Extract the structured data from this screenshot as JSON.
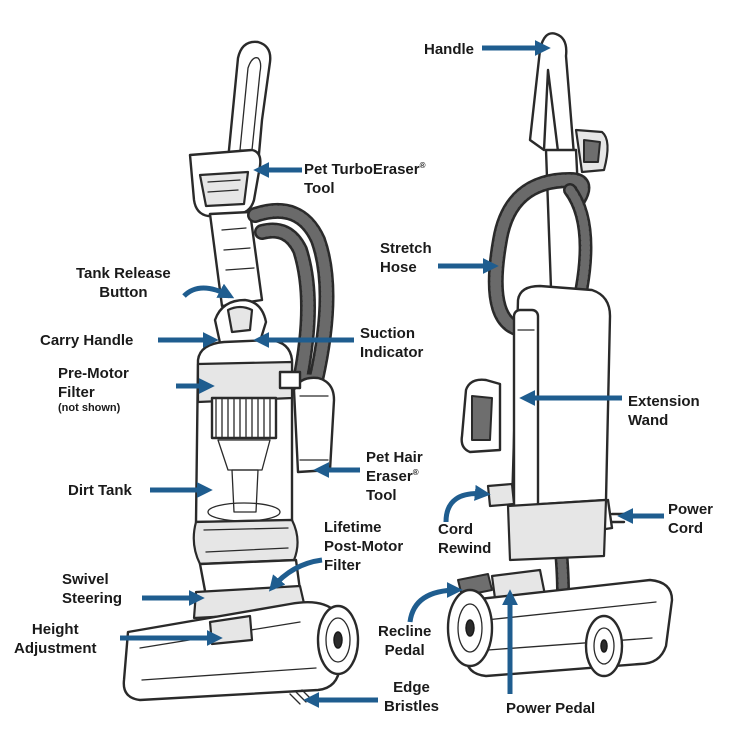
{
  "labels": {
    "handle": "Handle",
    "pet_turbo_eraser_1": "Pet TurboEraser",
    "pet_turbo_eraser_2": "Tool",
    "tank_release_1": "Tank Release",
    "tank_release_2": "Button",
    "stretch_hose_1": "Stretch",
    "stretch_hose_2": "Hose",
    "carry_handle": "Carry Handle",
    "suction_indicator_1": "Suction",
    "suction_indicator_2": "Indicator",
    "pre_motor_filter_1": "Pre-Motor",
    "pre_motor_filter_2": "Filter",
    "pre_motor_filter_note": "(not shown)",
    "extension_wand_1": "Extension",
    "extension_wand_2": "Wand",
    "pet_hair_eraser_1": "Pet Hair",
    "pet_hair_eraser_2": "Eraser",
    "pet_hair_eraser_3": "Tool",
    "dirt_tank": "Dirt Tank",
    "power_cord_1": "Power",
    "power_cord_2": "Cord",
    "lifetime_filter_1": "Lifetime",
    "lifetime_filter_2": "Post-Motor",
    "lifetime_filter_3": "Filter",
    "cord_rewind_1": "Cord",
    "cord_rewind_2": "Rewind",
    "swivel_steering_1": "Swivel",
    "swivel_steering_2": "Steering",
    "height_adjustment_1": "Height",
    "height_adjustment_2": "Adjustment",
    "recline_pedal_1": "Recline",
    "recline_pedal_2": "Pedal",
    "edge_bristles_1": "Edge",
    "edge_bristles_2": "Bristles",
    "power_pedal": "Power Pedal",
    "registered_mark": "®"
  },
  "colors": {
    "arrow": "#1f5d8f",
    "outline": "#2a2a2a",
    "text": "#1a1a1a"
  }
}
